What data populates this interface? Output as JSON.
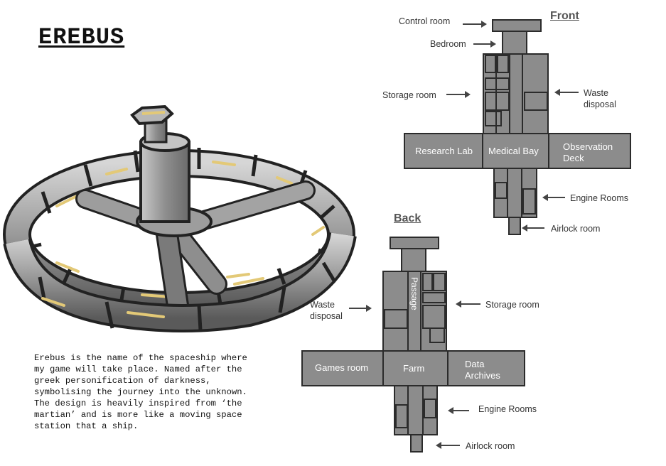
{
  "title": "EREBUS",
  "description": "Erebus is the name of the spaceship where\nmy game will take place. Named after the\ngreek personification of darkness,\nsymbolising the journey into the unknown.\nThe design is heavily inspired from ‘the\nmartian’ and is more like a moving space\nstation that a ship.",
  "front": {
    "title": "Front",
    "labels": {
      "control_room": "Control room",
      "bedroom": "Bedroom",
      "storage_room": "Storage room",
      "waste_disposal": "Waste\ndisposal",
      "engine_rooms": "Engine Rooms",
      "airlock_room": "Airlock room"
    },
    "rooms": {
      "research_lab": "Research Lab",
      "medical_bay": "Medical Bay",
      "observation_deck": "Observation\nDeck"
    }
  },
  "back": {
    "title": "Back",
    "labels": {
      "waste_disposal": "Waste\ndisposal",
      "storage_room": "Storage room",
      "engine_rooms": "Engine Rooms",
      "airlock_room": "Airlock room"
    },
    "rooms": {
      "passage": "Passage",
      "games_room": "Games room",
      "farm": "Farm",
      "data_archives": "Data\nArchives"
    }
  },
  "colors": {
    "module_fill": "#8c8c8c",
    "module_stroke": "#2b2b2b",
    "ring_accent": "#e3c977"
  }
}
